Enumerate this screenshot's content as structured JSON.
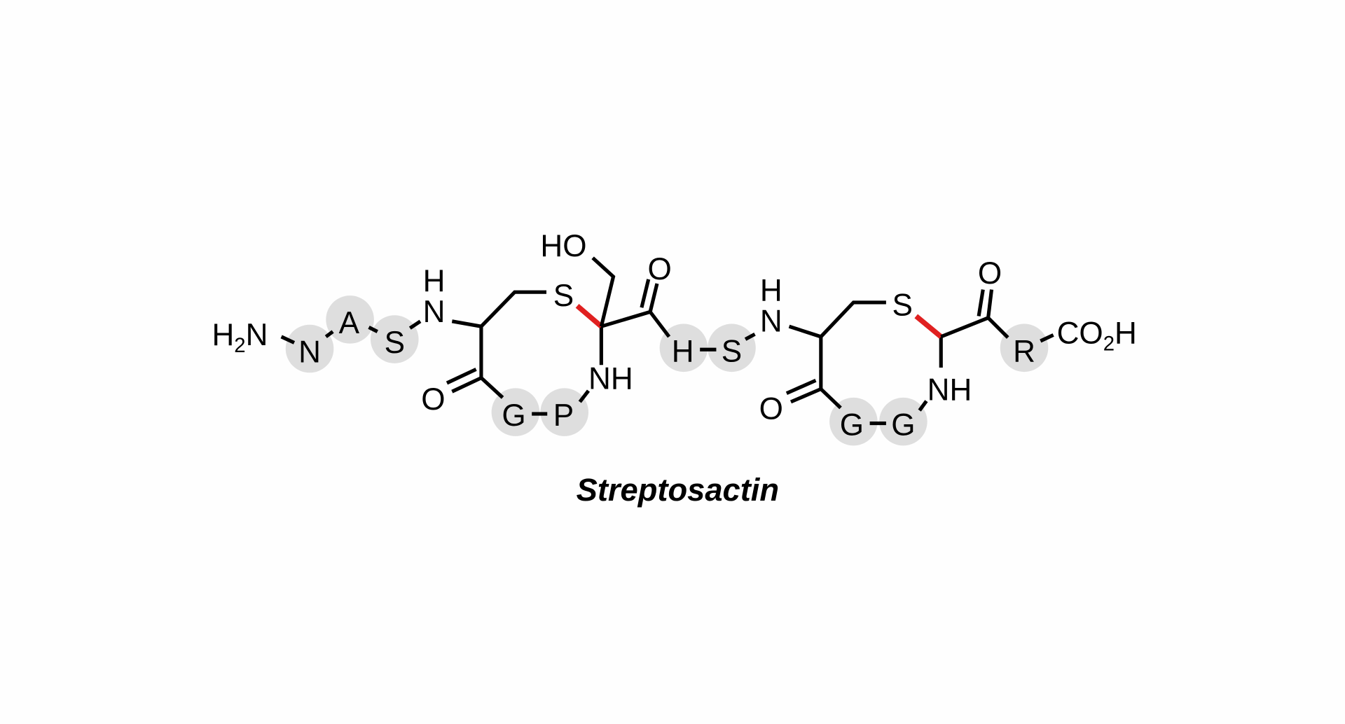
{
  "title": "Streptosactin",
  "colors": {
    "background": "#fefefe",
    "bond": "#000000",
    "thioether_bond": "#e02020",
    "residue_circle": "#dedede"
  },
  "labels": {
    "h2n": "H",
    "h2n_sub": "2",
    "h2n_n": "N",
    "n1": "N",
    "a1": "A",
    "s1": "S",
    "nh1_h": "H",
    "nh1_n": "N",
    "ring1_s": "S",
    "ho": "HO",
    "o_top1": "O",
    "o_left1": "O",
    "g1": "G",
    "p1": "P",
    "nh_ring1": "NH",
    "h2": "H",
    "s2": "S",
    "nh2_h": "H",
    "nh2_n": "N",
    "ring2_s": "S",
    "o_top2": "O",
    "o_left2": "O",
    "g2": "G",
    "g3": "G",
    "nh_ring2": "NH",
    "r1": "R",
    "co2h_c": "CO",
    "co2h_sub": "2",
    "co2h_h": "H"
  },
  "residues": [
    "N",
    "A",
    "S",
    "G",
    "P",
    "H",
    "S",
    "G",
    "G",
    "R"
  ]
}
